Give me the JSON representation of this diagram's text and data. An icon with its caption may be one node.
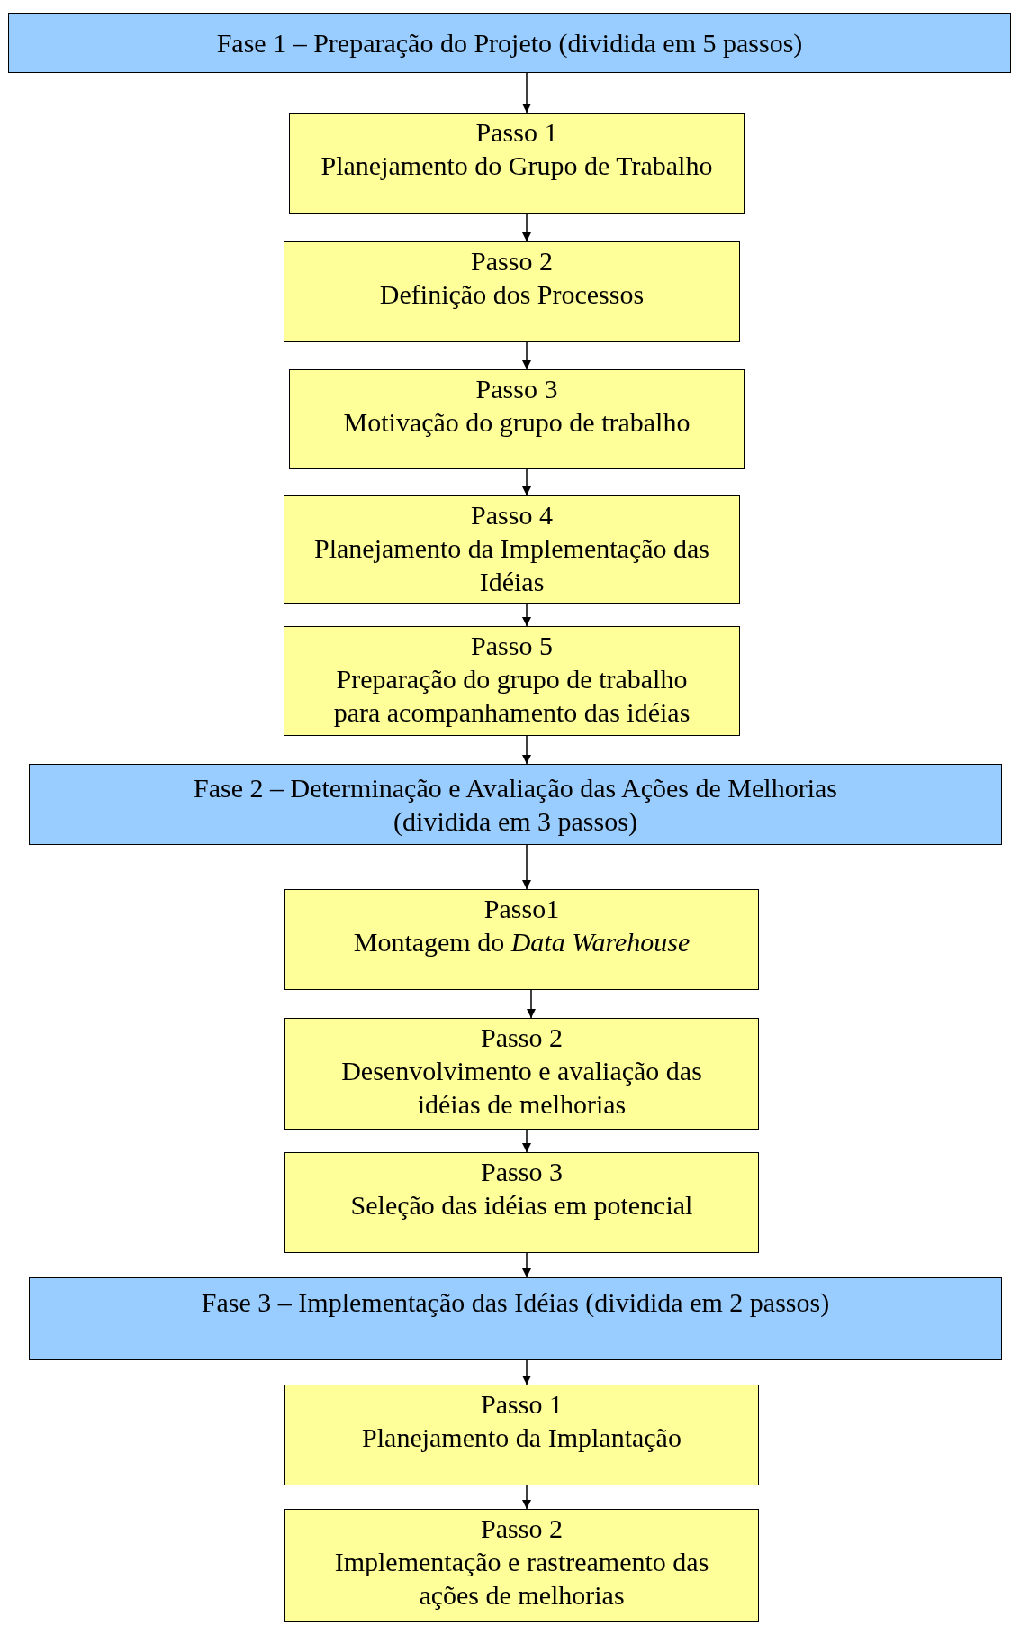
{
  "diagram": {
    "nodes": [
      {
        "text": [
          "Fase 1 – Preparação do Projeto  (dividida em 5 passos)"
        ]
      },
      {
        "text": [
          "Passo 1",
          "Planejamento do Grupo de Trabalho"
        ]
      },
      {
        "text": [
          "Passo 2",
          "Definição dos Processos"
        ]
      },
      {
        "text": [
          "Passo 3",
          "Motivação do grupo de trabalho"
        ]
      },
      {
        "text": [
          "Passo 4",
          "Planejamento da Implementação das Idéias"
        ]
      },
      {
        "text": [
          "Passo 5",
          "Preparação do grupo de trabalho para acompanhamento das idéias"
        ]
      },
      {
        "text": [
          "Fase 2 – Determinação e Avaliação das Ações de Melhorias (dividida em 3 passos)"
        ]
      },
      {
        "text": [
          "Passo1",
          "Montagem do *Data Warehouse*"
        ]
      },
      {
        "text": [
          "Passo 2",
          "Desenvolvimento e avaliação das idéias de melhorias"
        ]
      },
      {
        "text": [
          "Passo 3",
          "Seleção das idéias em potencial"
        ]
      },
      {
        "text": [
          "Fase 3 – Implementação das Idéias (dividida em 2 passos)"
        ]
      },
      {
        "text": [
          "Passo 1",
          "Planejamento da Implantação"
        ]
      },
      {
        "text": [
          "Passo 2",
          "Implementação e rastreamento das ações de melhorias"
        ]
      }
    ],
    "edges": [
      {
        "from": 0,
        "to": 1,
        "arrow": "to"
      },
      {
        "from": 1,
        "to": 2,
        "arrow": "to"
      },
      {
        "from": 2,
        "to": 3,
        "arrow": "to"
      },
      {
        "from": 3,
        "to": 4,
        "arrow": "to"
      },
      {
        "from": 4,
        "to": 5,
        "arrow": "to"
      },
      {
        "from": 5,
        "to": 6,
        "arrow": "to"
      },
      {
        "from": 6,
        "to": 7,
        "arrow": "to"
      },
      {
        "from": 7,
        "to": 8,
        "arrow": "to"
      },
      {
        "from": 8,
        "to": 9,
        "arrow": "to"
      },
      {
        "from": 9,
        "to": 10,
        "arrow": "to"
      },
      {
        "from": 10,
        "to": 11,
        "arrow": "to"
      },
      {
        "from": 11,
        "to": 12,
        "arrow": "to"
      }
    ]
  }
}
